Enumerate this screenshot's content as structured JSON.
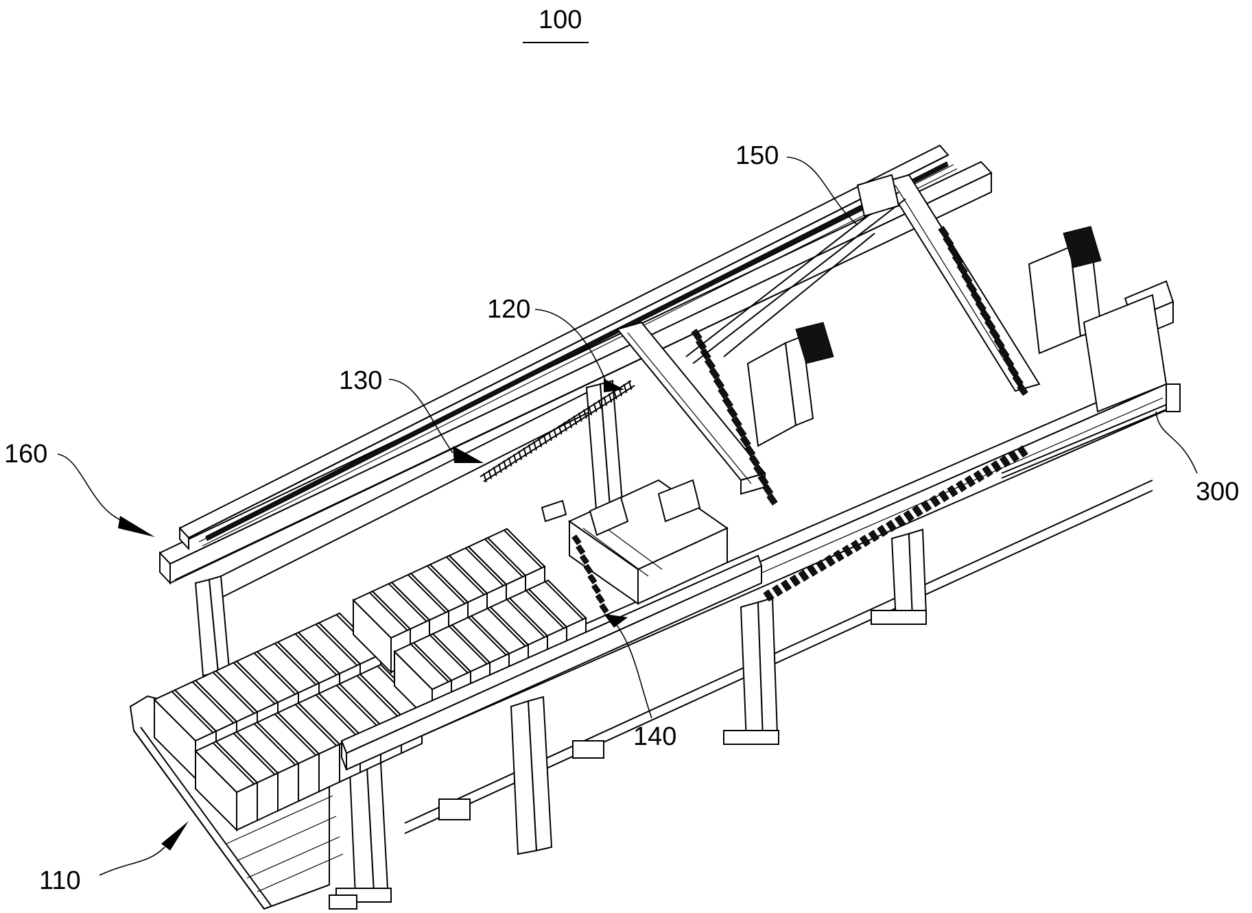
{
  "figure": {
    "title": "100",
    "reference_labels": [
      {
        "id": "110",
        "text": "110",
        "target": "lower-left conveyor base"
      },
      {
        "id": "120",
        "text": "120",
        "target": "gantry carriage"
      },
      {
        "id": "130",
        "text": "130",
        "target": "rail / rack assembly"
      },
      {
        "id": "140",
        "text": "140",
        "target": "clamping / transfer module"
      },
      {
        "id": "150",
        "text": "150",
        "target": "upper crossbeam mechanism"
      },
      {
        "id": "160",
        "text": "160",
        "target": "upper longitudinal rail"
      },
      {
        "id": "300",
        "text": "300",
        "target": "right-side frame / cable chain"
      }
    ],
    "colors": {
      "line": "#000000",
      "background": "#ffffff"
    }
  }
}
